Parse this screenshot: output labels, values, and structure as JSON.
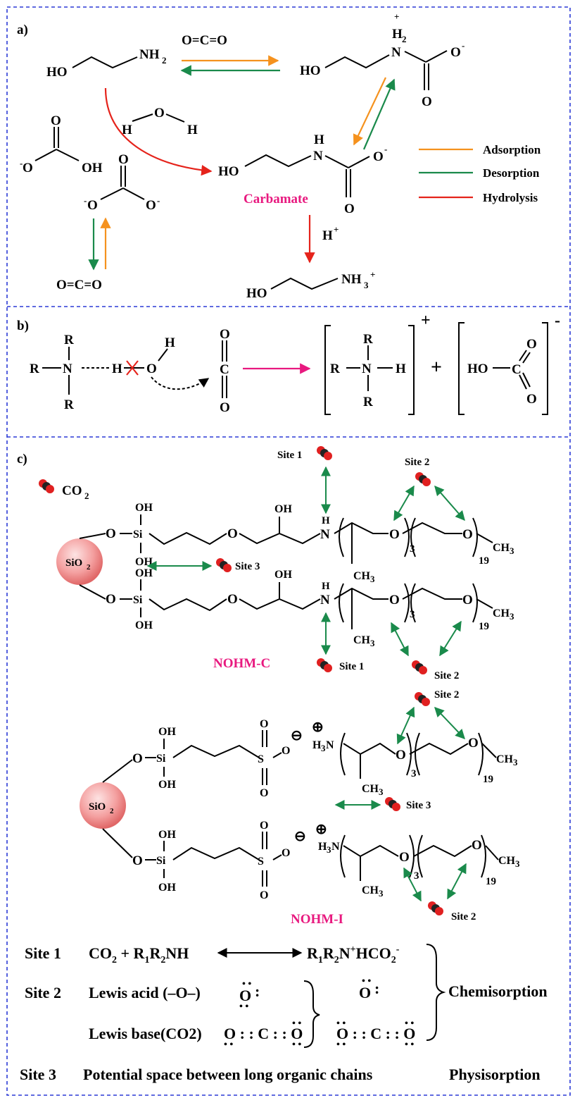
{
  "panel_a": {
    "label": "a)",
    "co2": "O=C=O",
    "mea_ho": "HO",
    "mea_nh2": "NH",
    "sub2": "2",
    "zw_plus": "+",
    "zw_h2": "H",
    "zw_n": "N",
    "o_minus": "O",
    "minus": "-",
    "o": "O",
    "water_h": "H",
    "water_o": "O",
    "bicarb_o": "O",
    "bicarb_oh": "OH",
    "carb_n_h": "H",
    "carb_n": "N",
    "carbamate": "Carbamate",
    "hplus": "H",
    "plus": "+",
    "nh3": "NH",
    "sub3": "3",
    "legend": [
      {
        "label": "Adsorption",
        "color": "#f5921e"
      },
      {
        "label": "Desorption",
        "color": "#1a8a4b"
      },
      {
        "label": "Hydrolysis",
        "color": "#e5231b"
      }
    ]
  },
  "panel_b": {
    "label": "b)",
    "r": "R",
    "n": "N",
    "h": "H",
    "o": "O",
    "c": "C",
    "plus": "+",
    "minus": "-",
    "ho": "HO"
  },
  "panel_c": {
    "label": "c)",
    "co2_legend": "CO",
    "sub2": "2",
    "sio2": "SiO",
    "si": "Si",
    "oh": "OH",
    "o": "O",
    "h": "H",
    "n": "N",
    "s": "S",
    "ch3": "CH",
    "sub3": "3",
    "sub19": "19",
    "h3n": "H",
    "nohm_c": "NOHM-C",
    "nohm_i": "NOHM-I",
    "site1": "Site 1",
    "site2": "Site 2",
    "site3": "Site 3",
    "minus_circle": "⊖",
    "plus_circle": "⊕"
  },
  "table": {
    "rows": [
      {
        "site": "Site 1",
        "left": "CO2 + R1R2NH",
        "right": "R1R2N+HCO2-"
      },
      {
        "site": "Site 2",
        "left": "Lewis acid (–O–)",
        "right": ""
      },
      {
        "site": "",
        "left": "Lewis base(CO2)",
        "right": ""
      },
      {
        "site": "Site 3",
        "left": "Potential space between long organic chains",
        "right": ""
      }
    ],
    "chemisorption": "Chemisorption",
    "physisorption": "Physisorption",
    "co2_prefix": "CO",
    "plus_r": " + R",
    "r1r2nh_2": "R",
    "nh": "NH",
    "n_plus": "N",
    "hco": "HCO",
    "colon": ":",
    "dot_o": "Ö",
    "c": "C"
  },
  "colors": {
    "orange": "#f5921e",
    "green": "#1a8a4b",
    "red": "#e5231b",
    "pink": "#e8197f",
    "blue_dash": "#2b3ad6"
  }
}
